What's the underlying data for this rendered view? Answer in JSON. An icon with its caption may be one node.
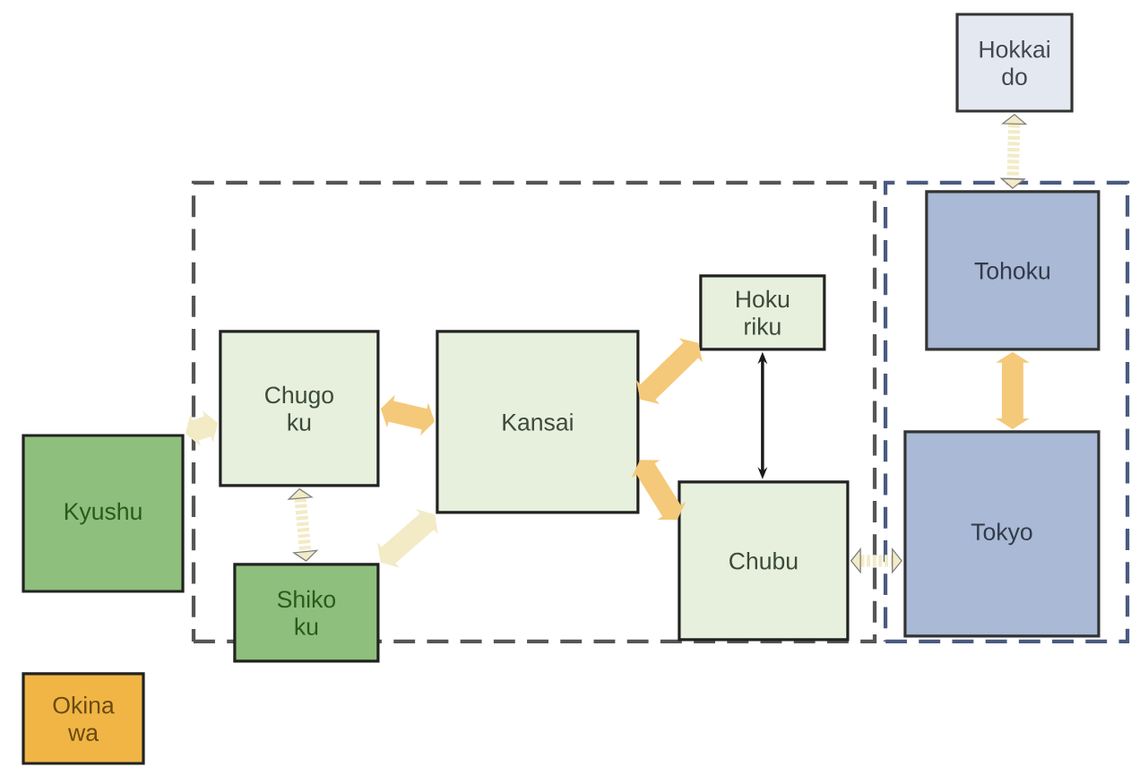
{
  "diagram": {
    "nodes": [
      {
        "text": [],
        "shape": "box"
      },
      {
        "text": [],
        "shape": "box"
      },
      {
        "text": [
          "Hokkai do"
        ]
      },
      {
        "text": [
          "Tohoku"
        ],
        "in": 1
      },
      {
        "text": [
          "Chugo ku"
        ],
        "in": 0
      },
      {
        "text": [
          "Kansai"
        ],
        "in": 0
      },
      {
        "text": [
          "Hoku riku"
        ],
        "in": 0
      },
      {
        "text": [
          "Kyushu"
        ]
      },
      {
        "text": [
          "Shiko ku"
        ],
        "in": 0
      },
      {
        "text": [
          "Chubu"
        ],
        "in": 0
      },
      {
        "text": [
          "Tokyo"
        ],
        "in": 1
      },
      {
        "text": [
          "Okina wa"
        ]
      }
    ],
    "edges": [
      {
        "from": 2,
        "to": 3,
        "arrow": "both",
        "style": "dashed"
      },
      {
        "from": 7,
        "to": 4,
        "arrow": "both"
      },
      {
        "from": 4,
        "to": 5,
        "arrow": "both",
        "color": "#f5c97a"
      },
      {
        "from": 4,
        "to": 8,
        "arrow": "both",
        "style": "dashed"
      },
      {
        "from": 8,
        "to": 5,
        "arrow": "both"
      },
      {
        "from": 5,
        "to": 6,
        "arrow": "both",
        "color": "#f5c97a"
      },
      {
        "from": 6,
        "to": 9,
        "arrow": "both",
        "color": "#1a1a1a"
      },
      {
        "from": 5,
        "to": 9,
        "arrow": "both",
        "color": "#f5c97a"
      },
      {
        "from": 3,
        "to": 10,
        "arrow": "both",
        "color": "#f5c97a"
      },
      {
        "from": 9,
        "to": 10,
        "arrow": "both",
        "style": "dashed"
      }
    ]
  }
}
